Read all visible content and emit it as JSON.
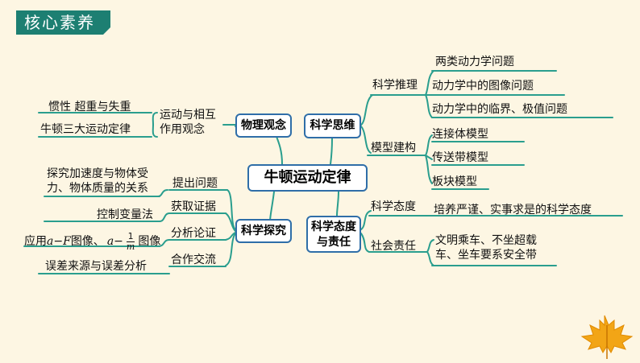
{
  "header": {
    "title": "核心素养"
  },
  "core": "牛顿运动定律",
  "categories": {
    "physics_concept": "物理观念",
    "scientific_thinking": "科学思维",
    "scientific_inquiry": "科学探究",
    "attitude_line1": "科学态度",
    "attitude_line2": "与责任"
  },
  "physics_concept": {
    "branch_line1": "运动与相互",
    "branch_line2": "作用观念",
    "leaves": [
      "惯性  超重与失重",
      "牛顿三大运动定律"
    ]
  },
  "scientific_thinking": {
    "reasoning": {
      "label": "科学推理",
      "leaves": [
        "两类动力学问题",
        "动力学中的图像问题",
        "动力学中的临界、极值问题"
      ]
    },
    "modeling": {
      "label": "模型建构",
      "leaves": [
        "连接体模型",
        "传送带模型",
        "板块模型"
      ]
    }
  },
  "scientific_inquiry": {
    "branches": [
      "提出问题",
      "获取证据",
      "分析论证",
      "合作交流"
    ],
    "leaves": {
      "q_line1": "探究加速度与物体受",
      "q_line2": "力、物体质量的关系",
      "evidence": "控制变量法",
      "analysis_prefix": "应用",
      "analysis_a": "a",
      "analysis_dash": "−",
      "analysis_F": "F",
      "analysis_mid": "图像、",
      "analysis_a2": "a",
      "analysis_minus": "−",
      "analysis_num": "1",
      "analysis_den": "m",
      "analysis_suffix": "图像",
      "communication": "误差来源与误差分析"
    }
  },
  "attitude": {
    "attitude_branch": "科学态度",
    "attitude_leaf": "培养严谨、实事求是的科学态度",
    "responsibility_branch": "社会责任",
    "responsibility_line1": "文明乘车、不坐超载",
    "responsibility_line2": "车、坐车要系安全带"
  },
  "colors": {
    "header_bg": "#1d7f72",
    "line": "#2a9e8e",
    "box_border": "#2f6ea8",
    "background": "#fdf6e3",
    "leaf": "#f2a516"
  }
}
